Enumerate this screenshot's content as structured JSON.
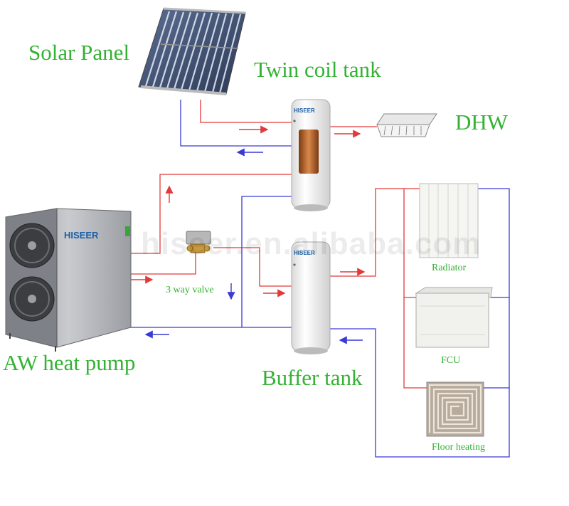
{
  "labels": {
    "solar_panel": "Solar Panel",
    "twin_coil_tank": "Twin coil tank",
    "dhw": "DHW",
    "aw_heat_pump": "AW heat pump",
    "buffer_tank": "Buffer tank",
    "three_way_valve": "3 way valve",
    "radiator": "Radiator",
    "fcu": "FCU",
    "floor_heating": "Floor heating"
  },
  "brand": "HISEER",
  "watermark": "hiseer.en.alibaba.com",
  "colors": {
    "label_green": "#33b233",
    "hot_line": "#e23a3a",
    "cold_line": "#3a3ad6",
    "brand_blue": "#1c5fa8"
  }
}
